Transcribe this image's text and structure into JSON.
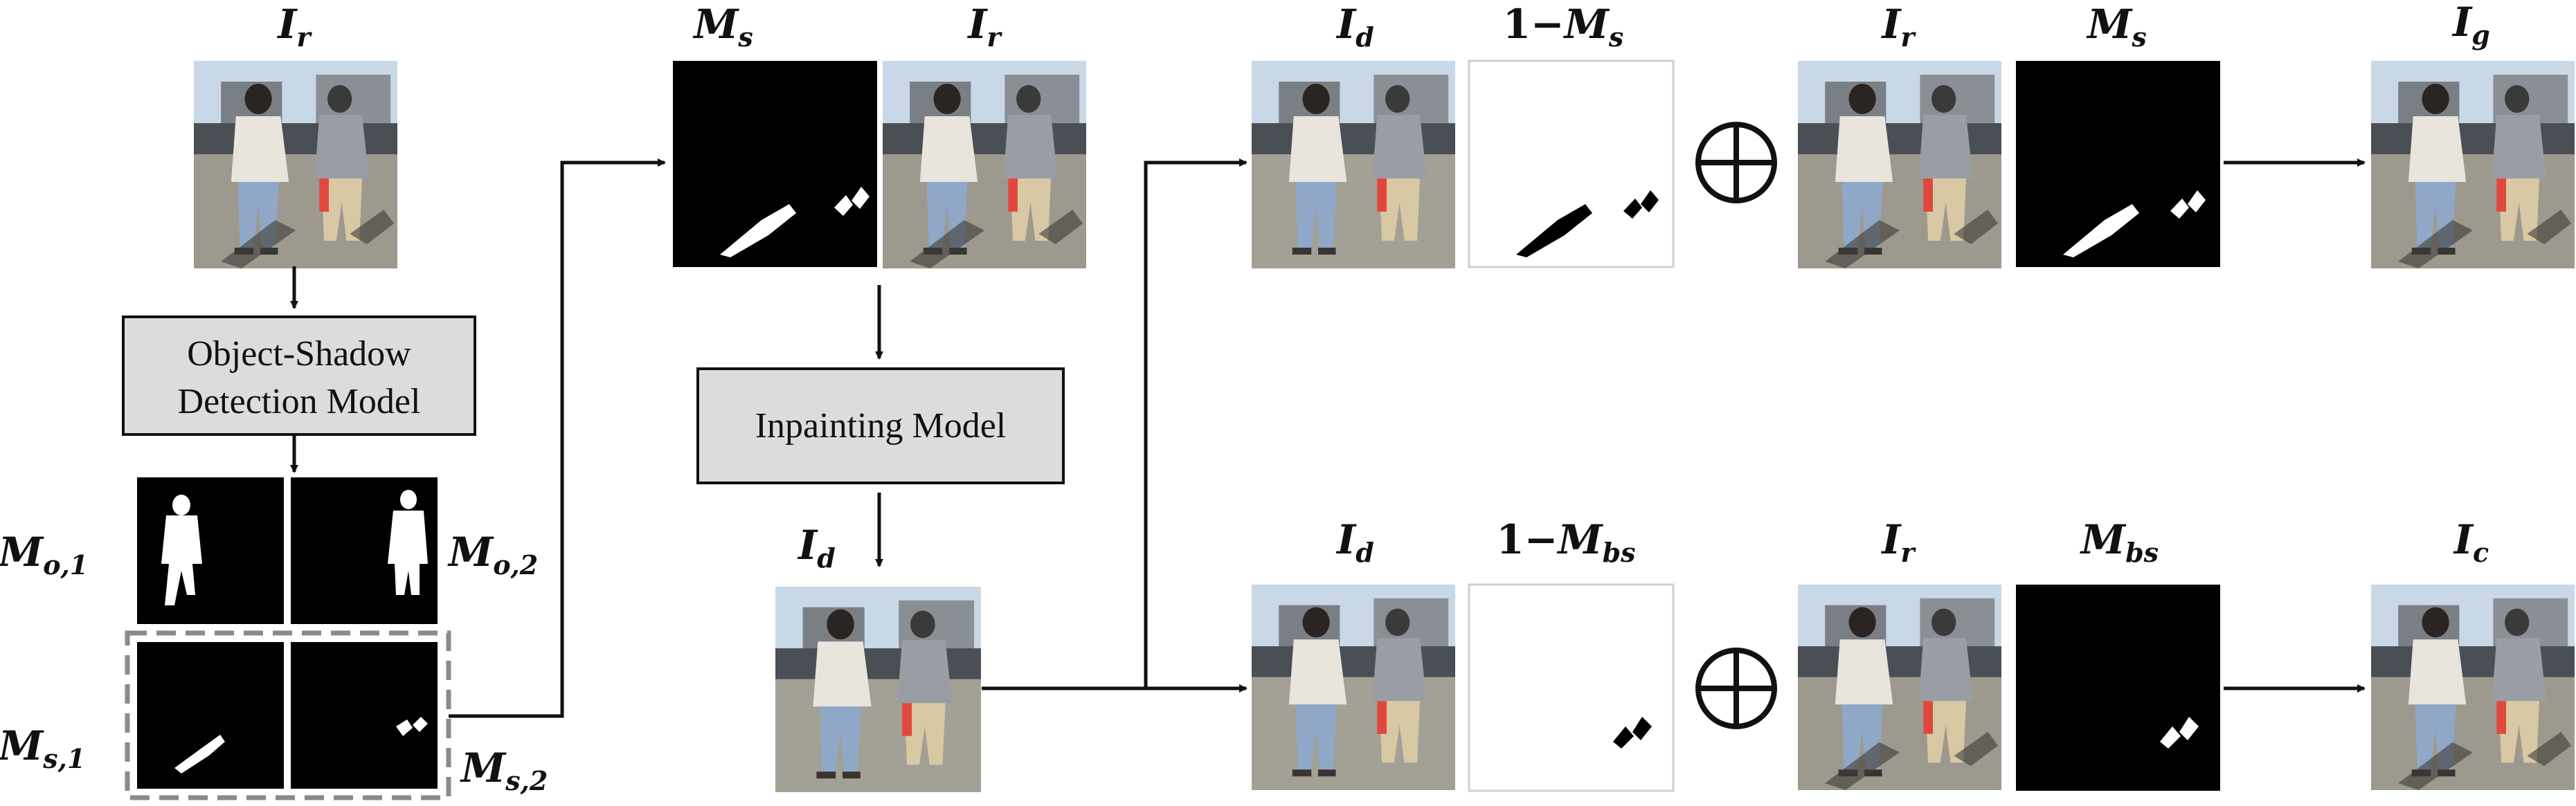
{
  "diagram": {
    "boxes": {
      "detection": [
        "Object-Shadow",
        "Detection Model"
      ],
      "inpainting": "Inpainting Model"
    },
    "symbols": {
      "I": "I",
      "M": "M",
      "one_minus": "1−",
      "oplus": "⊕",
      "sub_r": "r",
      "sub_s": "s",
      "sub_d": "d",
      "sub_g": "g",
      "sub_c": "c",
      "sub_bs": "bs",
      "sub_o1": "o,1",
      "sub_o2": "o,2",
      "sub_s1": "s,1",
      "sub_s2": "s,2"
    }
  },
  "colors": {
    "photo_sky": "#bcd0e0",
    "photo_ground": "#9c9890",
    "mask_bg": "#000000",
    "mask_fg": "#ffffff",
    "box_fill": "#dcdcdc",
    "dash_border": "#8a8a8a"
  }
}
